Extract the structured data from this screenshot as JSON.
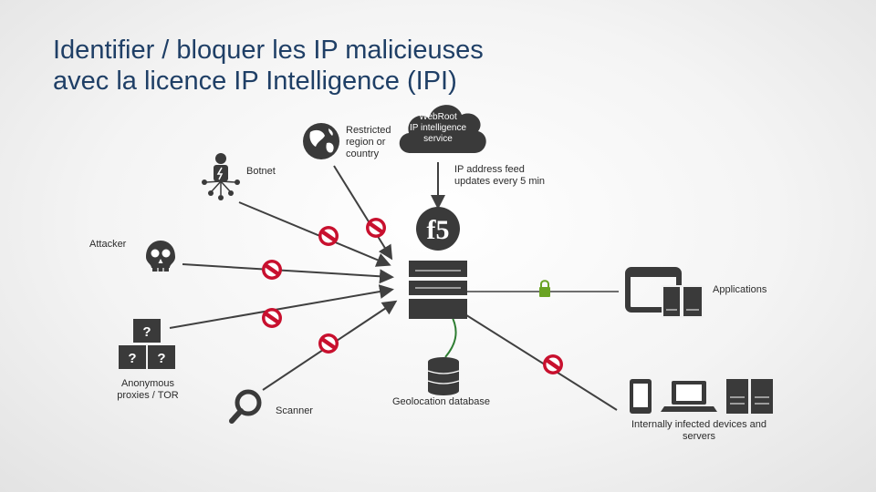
{
  "title": {
    "line1": "Identifier / bloquer les IP malicieuses",
    "line2": "avec la licence IP Intelligence (IPI)"
  },
  "labels": {
    "restricted": [
      "Restricted",
      "region or",
      "country"
    ],
    "webroot": [
      "WebRoot",
      "IP intelligence",
      "service"
    ],
    "feed": [
      "IP address feed",
      "updates every 5 min"
    ],
    "botnet": "Botnet",
    "attacker": "Attacker",
    "applications": "Applications",
    "anonymous": [
      "Anonymous",
      "proxies / TOR"
    ],
    "scanner": "Scanner",
    "geolocation": "Geolocation database",
    "internal": [
      "Internally infected devices and",
      "servers"
    ]
  },
  "logo_text": "f5",
  "question_mark": "?",
  "colors": {
    "title": "#1f3f66",
    "icon": "#3a3a3a",
    "block": "#c8102e",
    "lock": "#6aa324",
    "line": "#404040"
  }
}
